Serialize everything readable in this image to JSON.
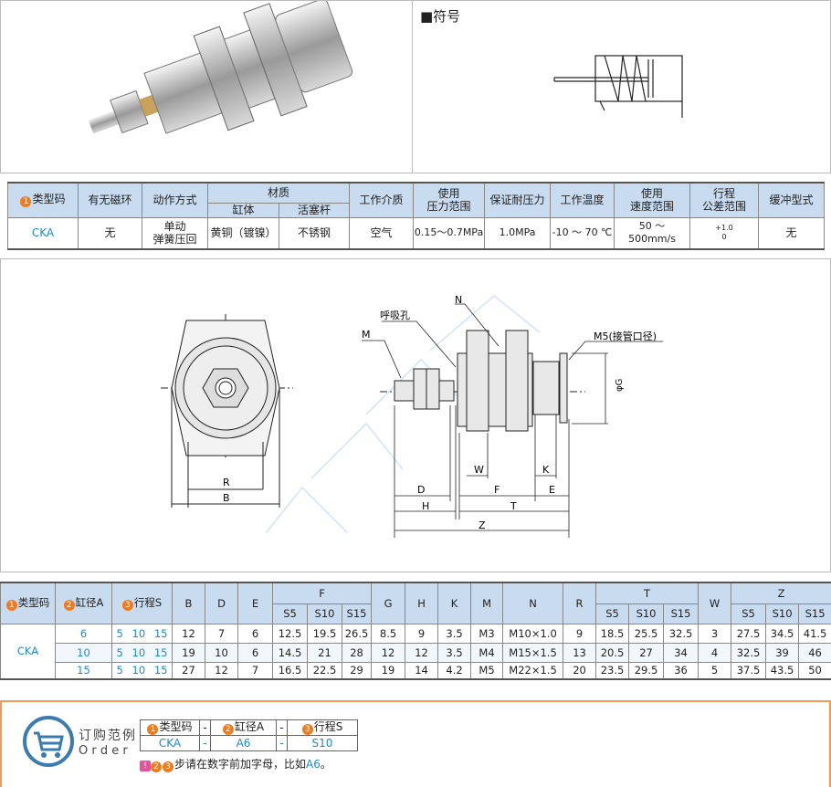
{
  "symbol": {
    "title": "■符号"
  },
  "spec": {
    "headers": {
      "type": "类型码",
      "magnet": "有无磁环",
      "action": "动作方式",
      "material": "材质",
      "cylinder": "缸体",
      "rod": "活塞杆",
      "medium": "工作介质",
      "pressure": "使用\n压力范围",
      "proof": "保证耐压力",
      "temp": "工作温度",
      "speed": "使用\n速度范围",
      "stroke_tol": "行程\n公差范围",
      "cushion": "缓冲型式"
    },
    "row": {
      "type": "CKA",
      "magnet": "无",
      "action": "单动\n弹簧压回",
      "cylinder": "黄铜（镀镍）",
      "rod": "不锈钢",
      "medium": "空气",
      "pressure": "0.15～0.7MPa",
      "proof": "1.0MPa",
      "temp": "-10 ～ 70 ℃",
      "speed": "50 ～ 500mm/s",
      "tol_plus": "+1.0",
      "tol_minus": "0",
      "cushion": "无"
    }
  },
  "drawing": {
    "labels": {
      "R": "R",
      "B": "B",
      "N": "N",
      "breather": "呼吸孔",
      "M": "M",
      "port": "M5(接管口径)",
      "G": "φG",
      "W": "W",
      "K": "K",
      "D": "D",
      "F": "F",
      "E": "E",
      "H": "H",
      "T": "T",
      "Z": "Z"
    }
  },
  "dims": {
    "headers": {
      "type": "类型码",
      "bore": "缸径A",
      "stroke": "行程S",
      "B": "B",
      "D": "D",
      "E": "E",
      "F": "F",
      "G": "G",
      "H": "H",
      "K": "K",
      "M": "M",
      "N": "N",
      "R": "R",
      "T": "T",
      "W": "W",
      "Z": "Z",
      "s5": "S5",
      "s10": "S10",
      "s15": "S15"
    },
    "type": "CKA",
    "rows": [
      {
        "A": "6",
        "S": [
          "5",
          "10",
          "15"
        ],
        "B": "12",
        "D": "7",
        "E": "6",
        "F": [
          "12.5",
          "19.5",
          "26.5"
        ],
        "G": "8.5",
        "H": "9",
        "K": "3.5",
        "M": "M3",
        "N": "M10×1.0",
        "R": "9",
        "T": [
          "18.5",
          "25.5",
          "32.5"
        ],
        "W": "3",
        "Z": [
          "27.5",
          "34.5",
          "41.5"
        ]
      },
      {
        "A": "10",
        "S": [
          "5",
          "10",
          "15"
        ],
        "B": "19",
        "D": "10",
        "E": "6",
        "F": [
          "14.5",
          "21",
          "28"
        ],
        "G": "12",
        "H": "12",
        "K": "3.5",
        "M": "M4",
        "N": "M15×1.5",
        "R": "13",
        "T": [
          "20.5",
          "27",
          "34"
        ],
        "W": "4",
        "Z": [
          "32.5",
          "39",
          "46"
        ]
      },
      {
        "A": "15",
        "S": [
          "5",
          "10",
          "15"
        ],
        "B": "27",
        "D": "12",
        "E": "7",
        "F": [
          "16.5",
          "22.5",
          "29"
        ],
        "G": "19",
        "H": "14",
        "K": "4.2",
        "M": "M5",
        "N": "M22×1.5",
        "R": "20",
        "T": [
          "23.5",
          "29.5",
          "36"
        ],
        "W": "5",
        "Z": [
          "37.5",
          "43.5",
          "50"
        ]
      }
    ]
  },
  "order": {
    "title_cn": "订购范例",
    "title_en": "O r d e r",
    "headers": [
      "类型码",
      "缸径A",
      "行程S"
    ],
    "dash": "-",
    "values": [
      "CKA",
      "A6",
      "S10"
    ],
    "note": "步请在数字前加字母，比如",
    "note_example": "A6",
    "note_end": "。"
  },
  "colors": {
    "accent": "#f07b1e",
    "header_bg": "#c9dcef",
    "value_blue": "#1a8ad4",
    "order_border": "#f29a5a"
  }
}
